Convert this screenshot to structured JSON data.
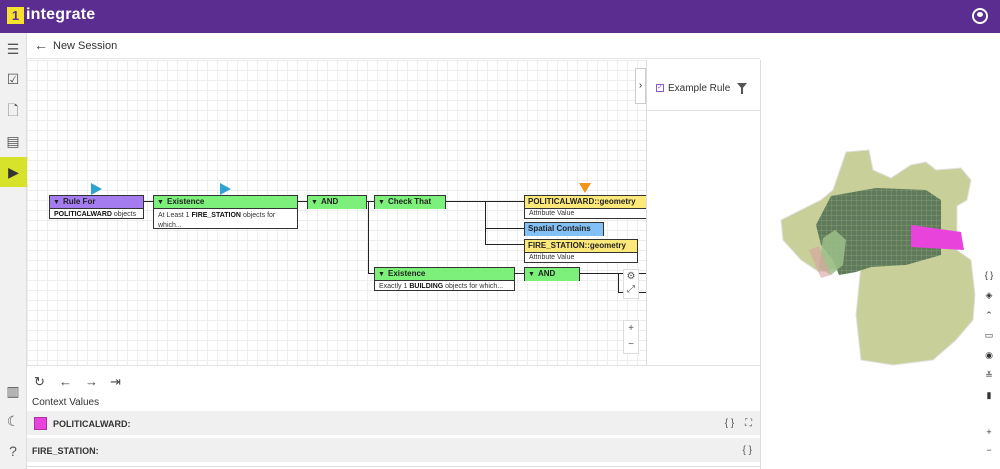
{
  "app": {
    "logo_mark": "1",
    "logo_text": "integrate"
  },
  "header": {
    "user_icon": "user-circle-icon"
  },
  "sidebar": {
    "icons": [
      "layers-icon",
      "checklist-icon",
      "file-rule-icon",
      "task-list-icon",
      "play-session-icon",
      "report-chart-icon",
      "dark-mode-icon",
      "help-icon"
    ],
    "active_index": 4,
    "active_color": "#d7e32a"
  },
  "session": {
    "title": "New Session"
  },
  "canvas": {
    "nodes": {
      "rule_for": {
        "title": "Rule For",
        "body_bold": "POLITICALWARD",
        "body_rest": " objects"
      },
      "existence1": {
        "title": "Existence",
        "body_pre": "At Least 1 ",
        "body_bold": "FIRE_STATION",
        "body_rest": " objects for which..."
      },
      "and1": {
        "title": "AND"
      },
      "check_that": {
        "title": "Check That"
      },
      "politicalward_geometry": {
        "title": "POLITICALWARD::geometry",
        "body": "Attribute Value"
      },
      "spatial_contains": {
        "title": "Spatial Contains"
      },
      "fire_station_geometry": {
        "title": "FIRE_STATION::geometry",
        "body": "Attribute Value"
      },
      "existence2": {
        "title": "Existence",
        "body_pre": "Exactly 1 ",
        "body_bold": "BUILDING",
        "body_rest": " objects for which..."
      },
      "and2": {
        "title": "AND"
      }
    },
    "colors": {
      "green": "#7cf07a",
      "purple": "#a57cf0",
      "yellow": "#fce97a",
      "blue": "#82c0f5",
      "marker_blue": "#2fa3d0",
      "marker_orange": "#f0941a"
    },
    "tools": {
      "zoom_in": "+",
      "zoom_out": "−"
    }
  },
  "rule_panel": {
    "rule_name": "Example Rule"
  },
  "controls": {
    "icons": [
      "reset-icon",
      "step-back-icon",
      "step-forward-icon",
      "skip-to-end-icon"
    ]
  },
  "context": {
    "title": "Context Values",
    "rows": [
      {
        "label": "POLITICALWARD:",
        "swatch_color": "#e844dc"
      },
      {
        "label": "FIRE_STATION:"
      }
    ]
  },
  "map": {
    "tools": {
      "zoom_in": "+",
      "zoom_out": "−"
    },
    "colors": {
      "land": "#c9cf98",
      "dense": "#5e7a5a",
      "highlight": "#e844dc"
    }
  }
}
